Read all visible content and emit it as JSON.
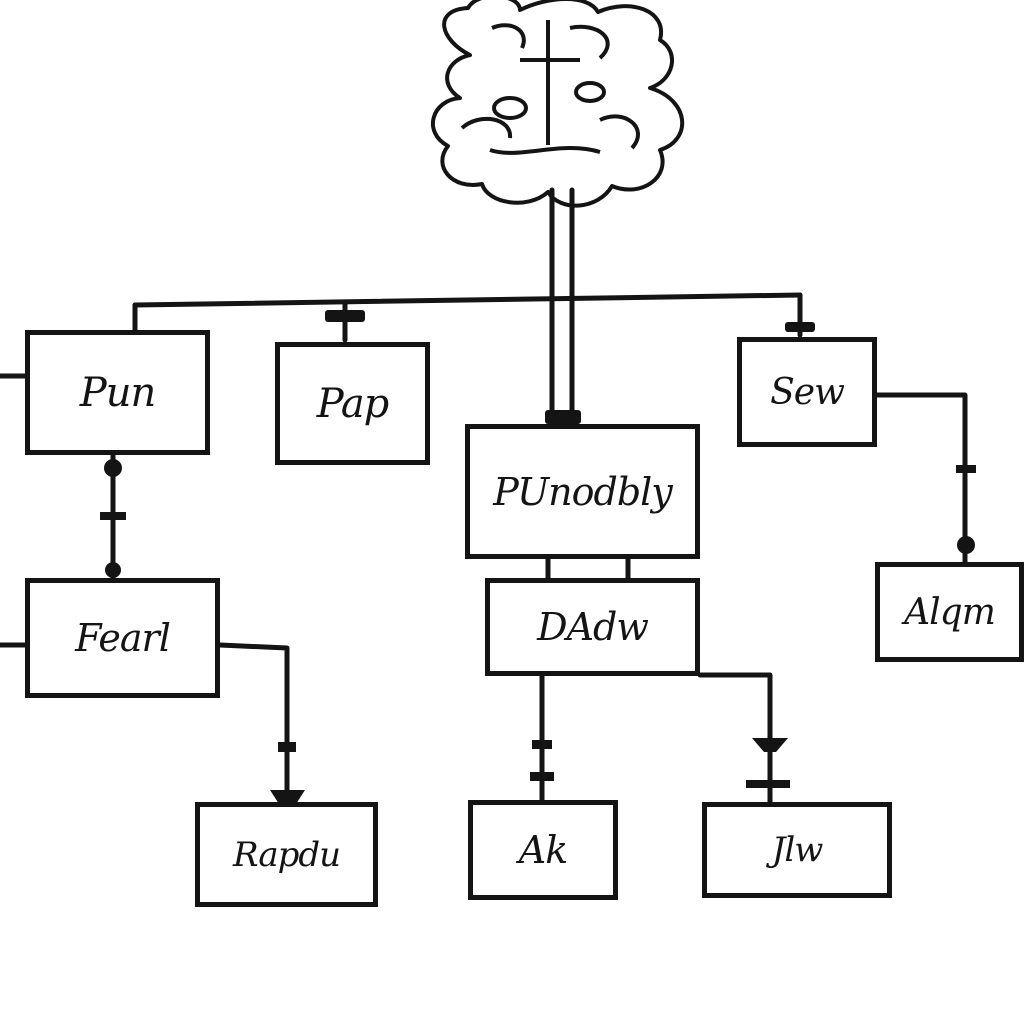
{
  "diagram": {
    "ink_color": "#141414",
    "background": "#ffffff",
    "root": {
      "icon": "tree-icon"
    },
    "nodes": [
      {
        "id": "pun",
        "label": "Pun"
      },
      {
        "id": "pap",
        "label": "Pap"
      },
      {
        "id": "pundably",
        "label": "PUnodbly"
      },
      {
        "id": "sew",
        "label": "Sew"
      },
      {
        "id": "fearl",
        "label": "Fearl"
      },
      {
        "id": "dadw",
        "label": "DAdw"
      },
      {
        "id": "alqm",
        "label": "Alqm"
      },
      {
        "id": "rapdu",
        "label": "Rapdu"
      },
      {
        "id": "ak",
        "label": "Ak"
      },
      {
        "id": "jlw",
        "label": "Jlw"
      }
    ]
  }
}
